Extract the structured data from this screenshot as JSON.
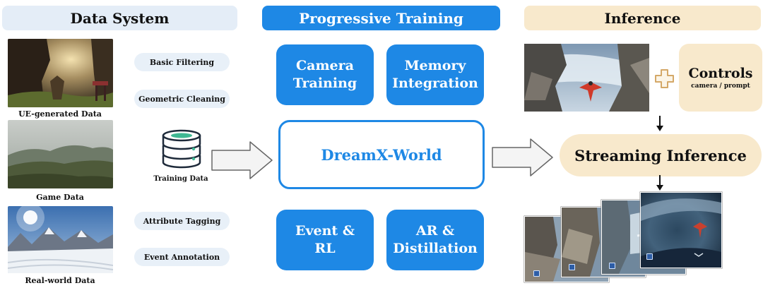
{
  "headers": {
    "data_system": "Data System",
    "progressive_training": "Progressive Training",
    "inference": "Inference"
  },
  "data_sources": [
    {
      "caption": "UE-generated Data"
    },
    {
      "caption": "Game Data"
    },
    {
      "caption": "Real-world Data"
    }
  ],
  "processing_steps": [
    "Basic Filtering",
    "Geometric Cleaning",
    "Attribute Tagging",
    "Event Annotation"
  ],
  "training_data_label": "Training Data",
  "training_stages": [
    {
      "line1": "Camera",
      "line2": "Training"
    },
    {
      "line1": "Memory",
      "line2": "Integration"
    },
    {
      "line1": "Event &",
      "line2": "RL"
    },
    {
      "line1": "AR &",
      "line2": "Distillation"
    }
  ],
  "core_model": "DreamX-World",
  "controls": {
    "title": "Controls",
    "subtitle": "camera / prompt"
  },
  "streaming_inference": "Streaming Inference",
  "colors": {
    "primary_blue": "#1e88e5",
    "light_blue": "#e4edf7",
    "cream": "#f8e9cc",
    "teal": "#3fb893"
  },
  "icons": [
    "database-icon",
    "plus-icon",
    "arrow-right-icon",
    "arrow-down-icon"
  ]
}
